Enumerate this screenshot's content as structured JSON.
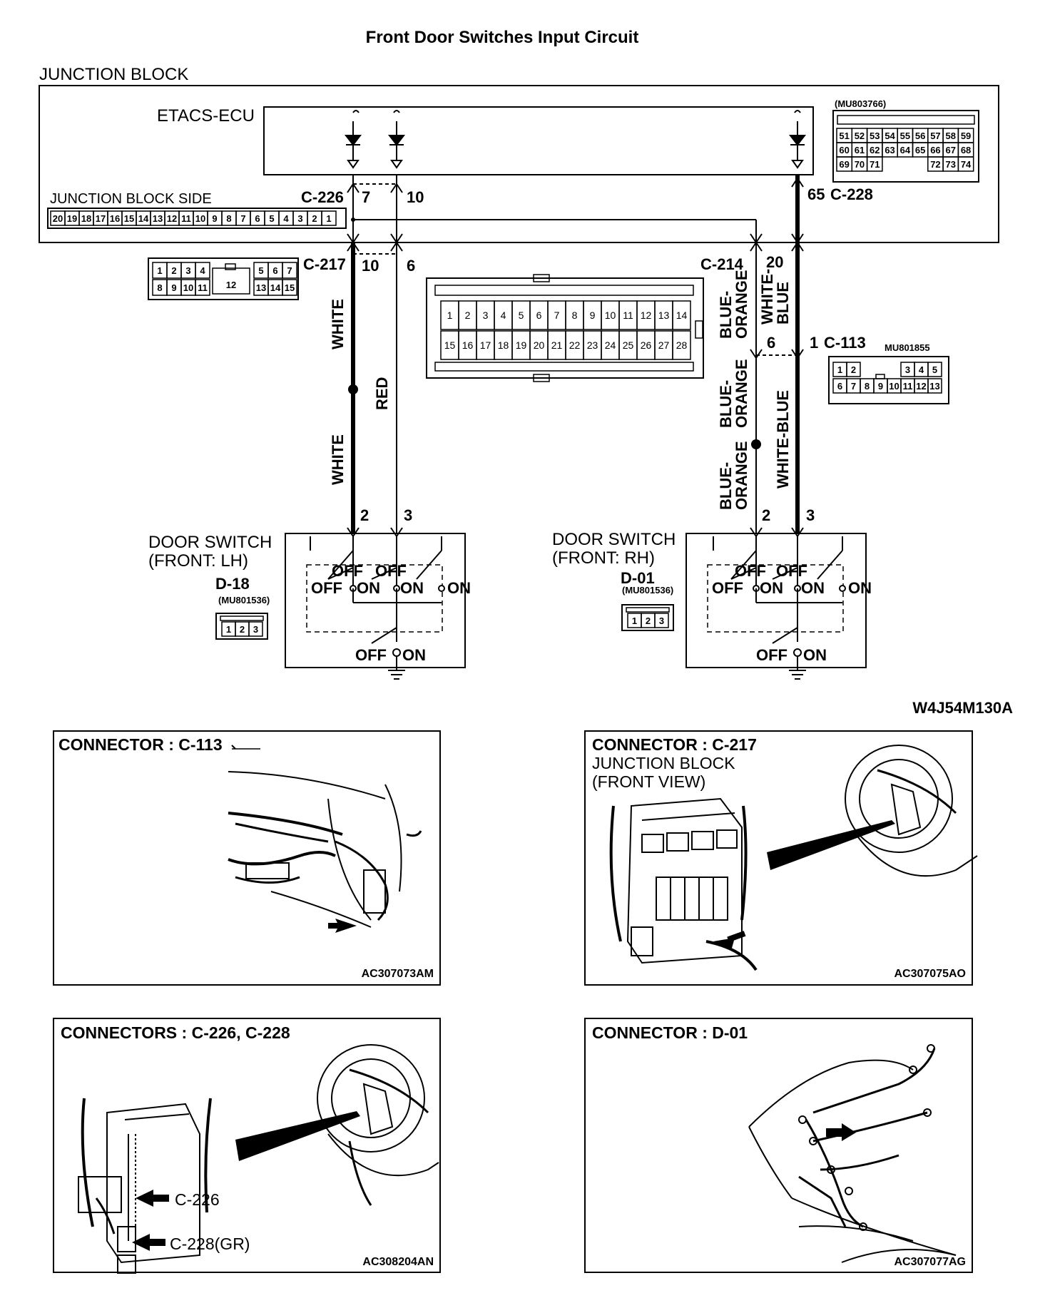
{
  "title": "Front Door Switches Input Circuit",
  "junction_block": {
    "label": "JUNCTION BLOCK",
    "ecu_label": "ETACS-ECU",
    "side_label": "JUNCTION BLOCK SIDE",
    "part_number": "(MU803766)",
    "ecu_connector_pins": [
      [
        "51",
        "52",
        "53",
        "54",
        "55",
        "56",
        "57",
        "58",
        "59"
      ],
      [
        "60",
        "61",
        "62",
        "63",
        "64",
        "65",
        "66",
        "67",
        "68"
      ],
      [
        "69",
        "70",
        "71",
        "72",
        "73",
        "74"
      ]
    ],
    "side_connector_pins": [
      "20",
      "19",
      "18",
      "17",
      "16",
      "15",
      "14",
      "13",
      "12",
      "11",
      "10",
      "9",
      "8",
      "7",
      "6",
      "5",
      "4",
      "3",
      "2",
      "1"
    ]
  },
  "connectors": {
    "c226": "C-226",
    "c226_pin_a": "7",
    "c226_pin_b": "10",
    "c228": "C-228",
    "c228_pin": "65",
    "c217": "C-217",
    "c217_pin_a": "10",
    "c217_pin_b": "6",
    "c214": "C-214",
    "c214_pin": "20",
    "c113": "C-113",
    "c113_pin_a": "6",
    "c113_pin_b": "1",
    "c113_part": "MU801855"
  },
  "c217_pins": {
    "top": [
      "1",
      "2",
      "3",
      "4",
      "5",
      "6",
      "7"
    ],
    "bottom": [
      "8",
      "9",
      "10",
      "11",
      "13",
      "14",
      "15"
    ],
    "center": "12"
  },
  "c214_pins": {
    "top": [
      "1",
      "2",
      "3",
      "4",
      "5",
      "6",
      "7",
      "8",
      "9",
      "10",
      "11",
      "12",
      "13",
      "14"
    ],
    "bottom": [
      "15",
      "16",
      "17",
      "18",
      "19",
      "20",
      "21",
      "22",
      "23",
      "24",
      "25",
      "26",
      "27",
      "28"
    ]
  },
  "c113_pins": {
    "top": [
      "1",
      "2",
      "3",
      "4",
      "5"
    ],
    "bottom": [
      "6",
      "7",
      "8",
      "9",
      "10",
      "11",
      "12",
      "13"
    ]
  },
  "wires": {
    "white": "WHITE",
    "red": "RED",
    "blue_orange_a": "BLUE-",
    "blue_orange_b": "ORANGE",
    "white_blue_a": "WHITE-",
    "white_blue_b": "BLUE",
    "white_blue_full": "WHITE-BLUE"
  },
  "door_lh": {
    "title_1": "DOOR SWITCH",
    "title_2": "(FRONT: LH)",
    "connector": "D-18",
    "part": "(MU801536)",
    "pin_a": "2",
    "pin_b": "3",
    "pins": [
      "1",
      "2",
      "3"
    ]
  },
  "door_rh": {
    "title_1": "DOOR SWITCH",
    "title_2": "(FRONT: RH)",
    "connector": "D-01",
    "part": "(MU801536)",
    "pin_a": "2",
    "pin_b": "3",
    "pins": [
      "1",
      "2",
      "3"
    ]
  },
  "switch_states": {
    "off": "OFF",
    "on": "ON"
  },
  "diagram_code": "W4J54M130A",
  "panels": {
    "c113": {
      "title": "CONNECTOR : C-113",
      "code": "AC307073AM"
    },
    "c217": {
      "title": "CONNECTOR : C-217",
      "sub_1": "JUNCTION BLOCK",
      "sub_2": "(FRONT VIEW)",
      "code": "AC307075AO"
    },
    "c226": {
      "title": "CONNECTORS : C-226, C-228",
      "callout_1": "C-226",
      "callout_2": "C-228(GR)",
      "code": "AC308204AN"
    },
    "d01": {
      "title": "CONNECTOR : D-01",
      "code": "AC307077AG"
    }
  }
}
